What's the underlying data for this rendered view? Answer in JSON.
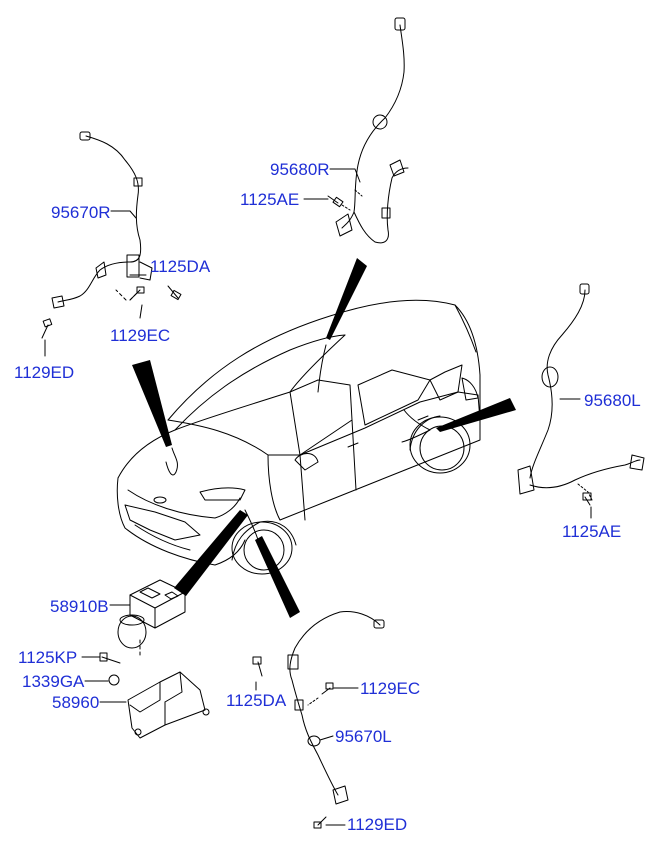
{
  "colors": {
    "label": "#1f2fd6",
    "line": "#000000",
    "background": "#ffffff"
  },
  "labels": {
    "p95680R": "95680R",
    "p1125AE_top": "1125AE",
    "p95670R": "95670R",
    "p1125DA_left": "1125DA",
    "p1129EC_left": "1129EC",
    "p1129ED_left": "1129ED",
    "p95680L": "95680L",
    "p1125AE_right": "1125AE",
    "p58910B": "58910B",
    "p1125KP": "1125KP",
    "p1339GA": "1339GA",
    "p58960": "58960",
    "p1125DA_bottom": "1125DA",
    "p1129EC_bottom": "1129EC",
    "p95670L": "95670L",
    "p1129ED_bottom": "1129ED"
  }
}
